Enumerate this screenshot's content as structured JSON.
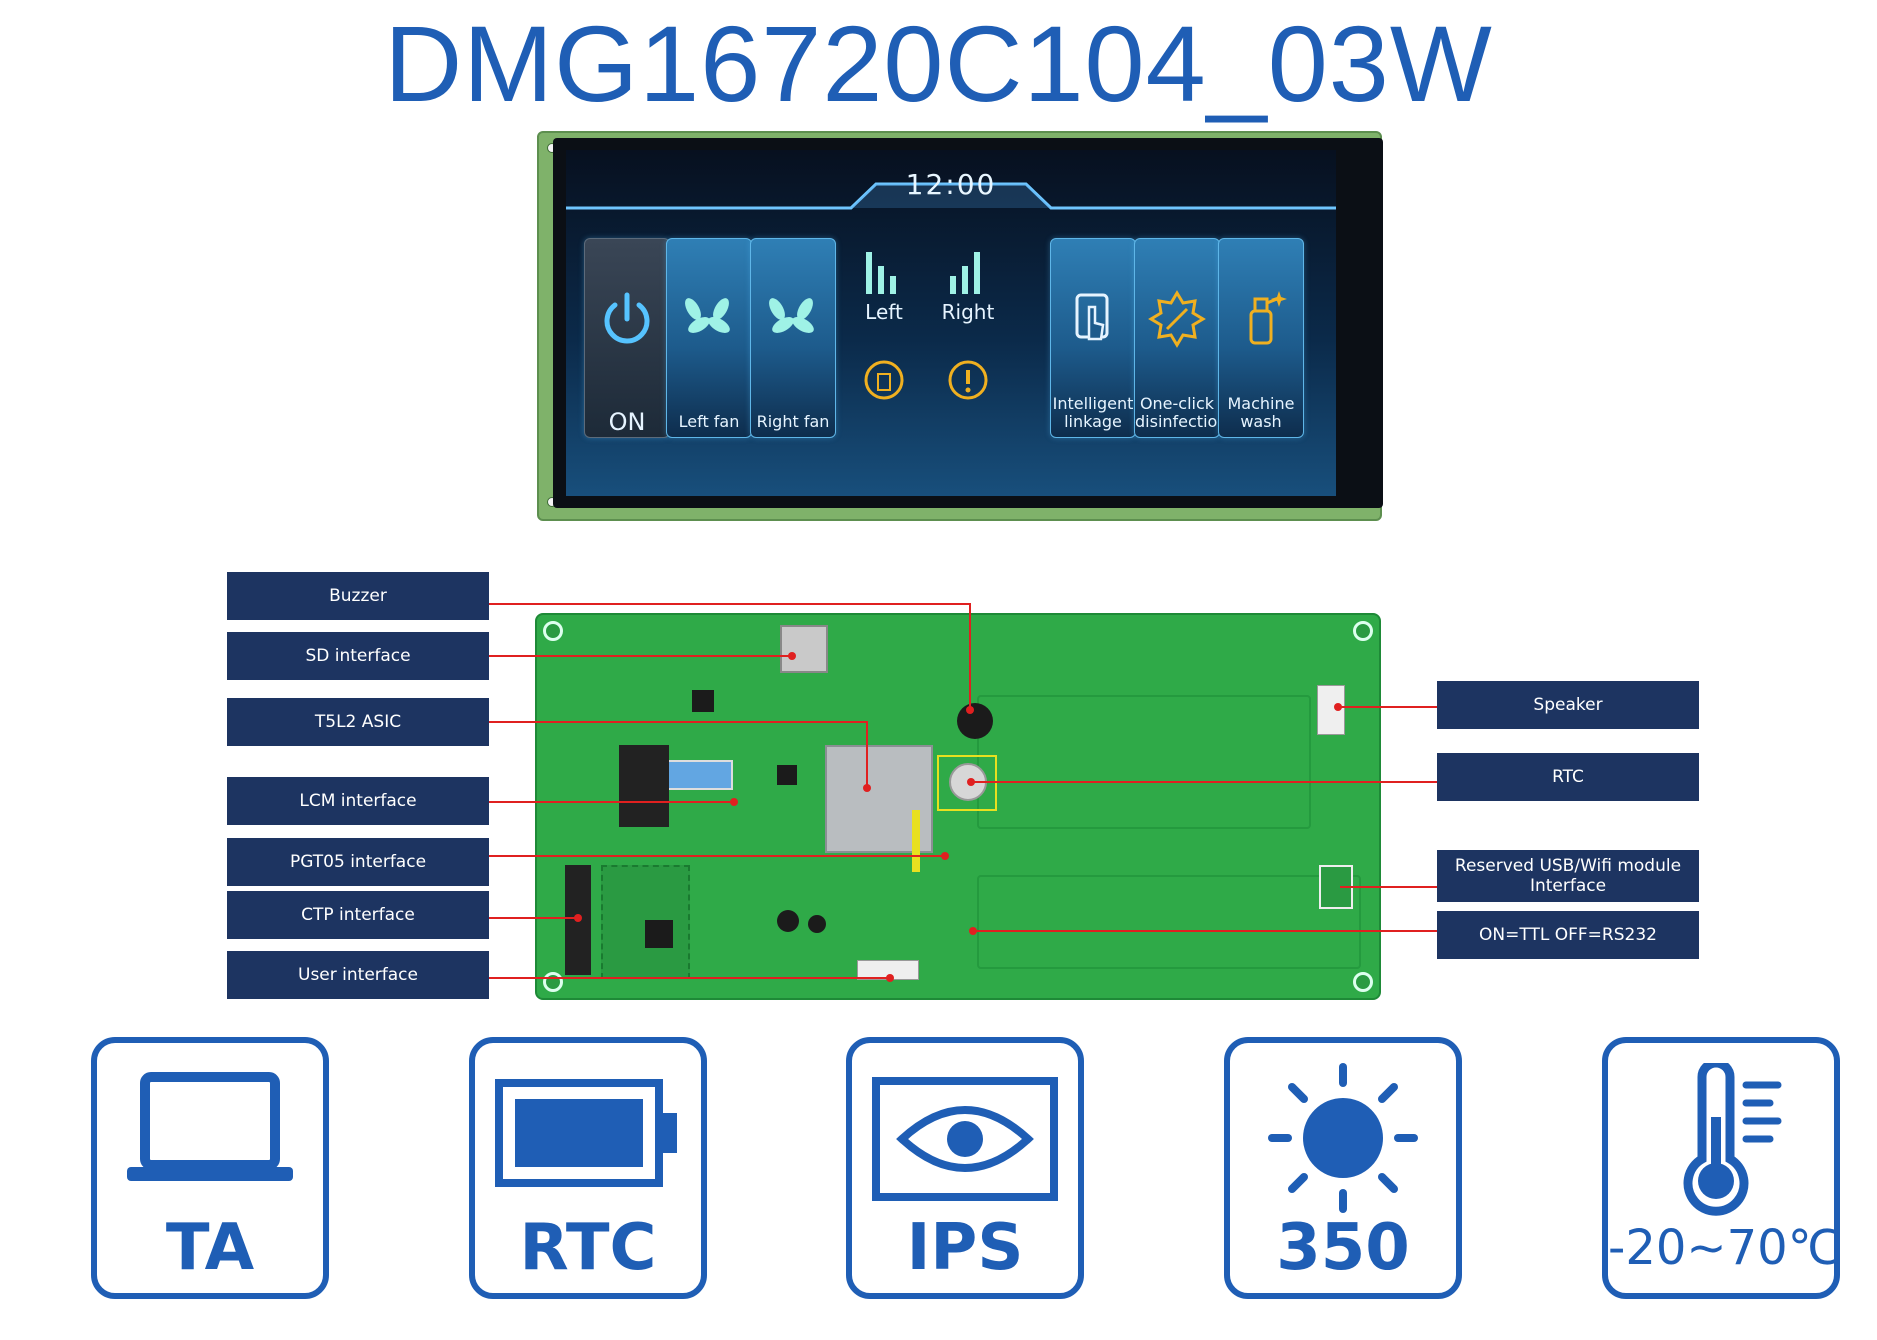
{
  "title": "DMG16720C104_03W",
  "screen": {
    "clock": "12:00",
    "cards": [
      {
        "label": "ON",
        "icon": "power-icon"
      },
      {
        "label": "Left fan",
        "icon": "fan-icon"
      },
      {
        "label": "Right fan",
        "icon": "fan-icon"
      },
      {
        "label": "Intelligent linkage",
        "icon": "touch-hand-icon"
      },
      {
        "label": "One-click disinfection",
        "icon": "disinfection-icon"
      },
      {
        "label": "Machine wash",
        "icon": "spray-bottle-icon"
      }
    ],
    "signals": [
      {
        "label": "Left",
        "icon": "signal-bars-icon",
        "sub_icon": "bottle-icon"
      },
      {
        "label": "Right",
        "icon": "signal-bars-icon",
        "sub_icon": "warning-icon"
      }
    ]
  },
  "pcb_labels": {
    "left": [
      "Buzzer",
      "SD interface",
      "T5L2 ASIC",
      "LCM interface",
      "PGT05 interface",
      "CTP interface",
      "User interface"
    ],
    "right": [
      "Speaker",
      "RTC",
      "Reserved USB/Wifi module Interface",
      "ON=TTL OFF=RS232"
    ]
  },
  "features": [
    {
      "label": "TA",
      "icon": "laptop-icon"
    },
    {
      "label": "RTC",
      "icon": "battery-icon"
    },
    {
      "label": "IPS",
      "icon": "eye-icon"
    },
    {
      "label": "350",
      "icon": "sun-icon"
    },
    {
      "label": "-20~70℃",
      "icon": "thermometer-icon"
    }
  ],
  "colors": {
    "brand_blue": "#1f5eb5",
    "label_navy": "#1d3461",
    "pcb_green": "#2faa48",
    "pointer_red": "#e02020"
  }
}
